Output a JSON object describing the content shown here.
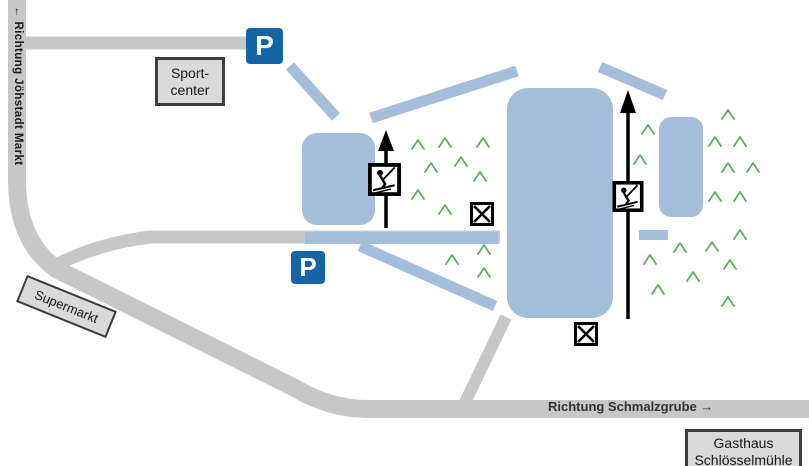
{
  "map_title": "ski area access map",
  "labels": {
    "direction_left": "← Richtung Jöhstadt Markt",
    "direction_bottom": "Richtung Schmalzgrube →",
    "sportcenter_line1": "Sport-",
    "sportcenter_line2": "center",
    "supermarkt": "Supermarkt",
    "gasthaus_line1": "Gasthaus",
    "gasthaus_line2": "Schlösselmühle",
    "parking": "P"
  },
  "icons": {
    "parking": "parking-sign",
    "lift": "drag-lift-skier-sign",
    "x_sign": "x-mark-sign",
    "tree": "conifer-tree",
    "arrow": "lift-direction-arrow"
  },
  "colors": {
    "road": "#c7c7c7",
    "slope": "#a4bdda",
    "parking": "#1565a5",
    "tree": "#58b158",
    "sign_fill": "#d9d9d9",
    "sign_border": "#3e3e3e"
  }
}
